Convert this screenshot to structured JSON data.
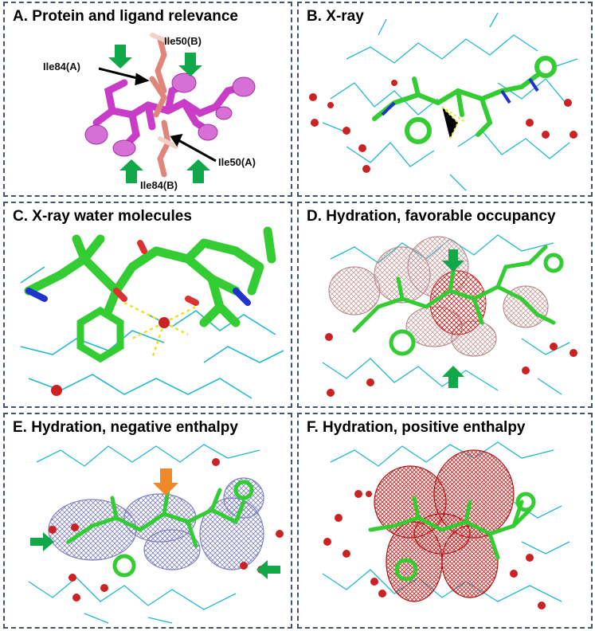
{
  "panels": {
    "a": {
      "title": "A. Protein and ligand relevance",
      "labels": {
        "ile50b": "Ile50(B)",
        "ile84a": "Ile84(A)",
        "ile50a": "Ile50(A)",
        "ile84b": "Ile84(B)"
      }
    },
    "b": {
      "title": "B. X-ray"
    },
    "c": {
      "title": "C. X-ray water molecules"
    },
    "d": {
      "title": "D. Hydration, favorable occupancy"
    },
    "e": {
      "title": "E. Hydration, negative enthalpy"
    },
    "f": {
      "title": "F. Hydration, positive enthalpy"
    }
  },
  "colors": {
    "border": "#44546a",
    "ligand_magenta": "#cc33cc",
    "ligand_green": "#33cc33",
    "protein_cyan": "#22b8cc",
    "water_red": "#cc2222",
    "arrow_green": "#11a84a",
    "arrow_orange": "#f0892a",
    "mesh_pink": "#d8a8a8",
    "mesh_blue": "#8c8cc8",
    "mesh_red": "#cc2020"
  }
}
